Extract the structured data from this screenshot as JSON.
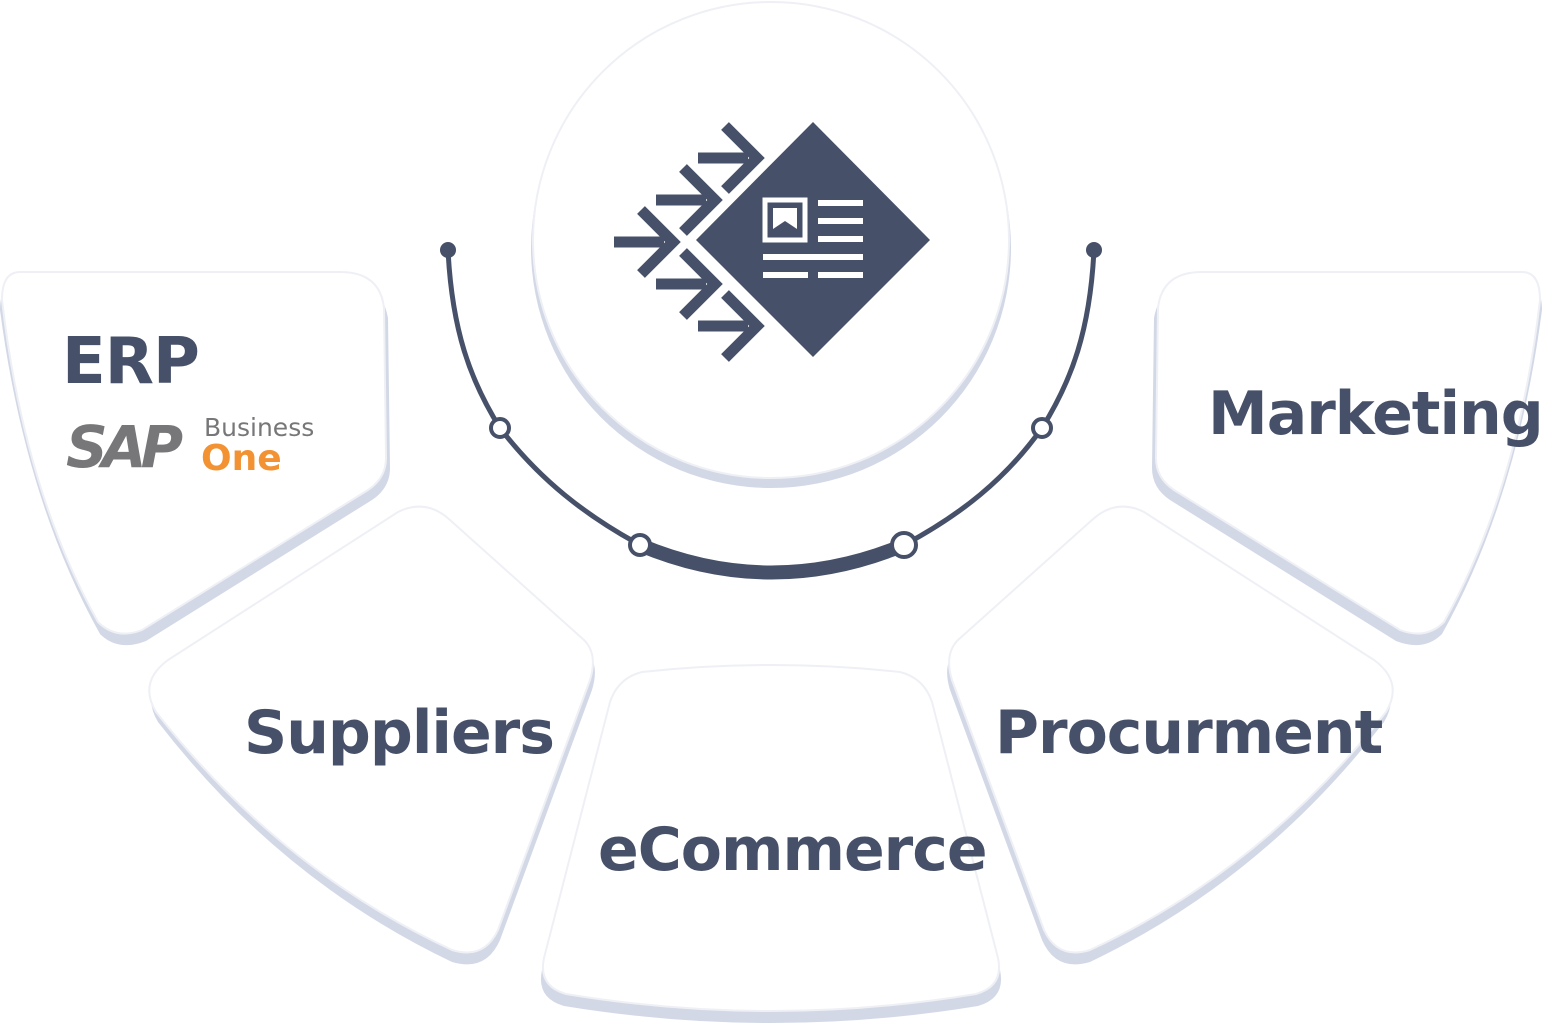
{
  "hub": {
    "icon": "product-information-hub-icon"
  },
  "segments": {
    "erp": {
      "label": "ERP",
      "logo": {
        "word_sap": "SAP",
        "word_business": "Business",
        "word_one": "One"
      }
    },
    "suppliers": {
      "label": "Suppliers"
    },
    "ecommerce": {
      "label": "eCommerce"
    },
    "procurement": {
      "label": "Procurment"
    },
    "marketing": {
      "label": "Marketing"
    }
  },
  "colors": {
    "primary": "#465068",
    "card_fill": "#ffffff",
    "card_shadow": "#d3d8e6",
    "card_border": "#eef0f5",
    "sap_gray": "#777779",
    "sap_orange": "#f29232",
    "node_fill": "#ffffff"
  }
}
